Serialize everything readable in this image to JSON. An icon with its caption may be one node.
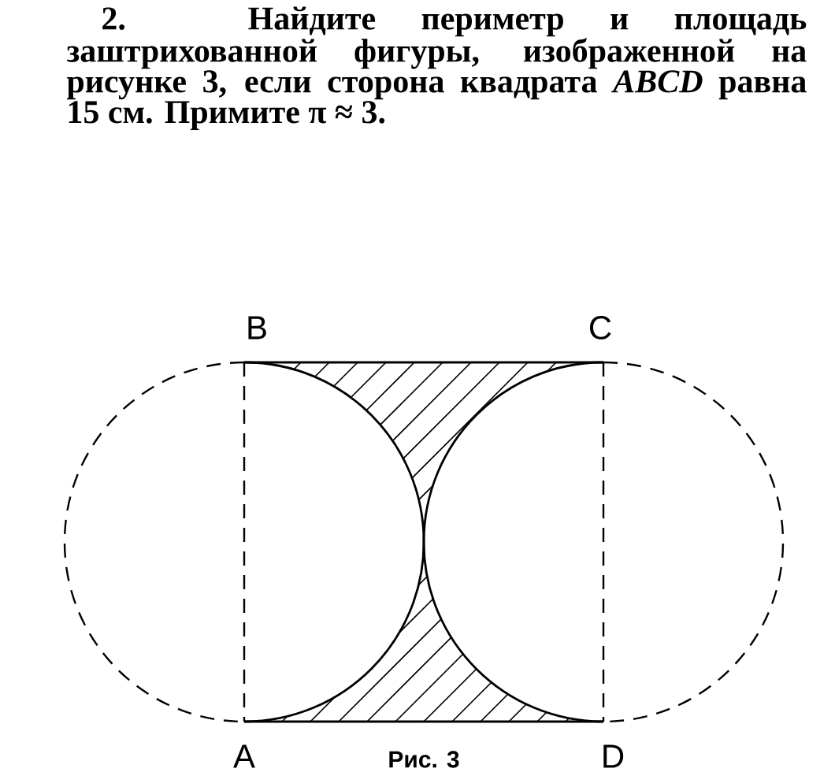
{
  "diagram": {
    "caption": "Рис. 3",
    "labels": [
      "**2.** Найдите периметр и площадь заштрихованной фигуры, изображенной на рисунке 3, если сторона квадрата *ABCD* равна **15** см. Примите π ≈ 3.",
      "B",
      "C",
      "A",
      "D"
    ]
  }
}
